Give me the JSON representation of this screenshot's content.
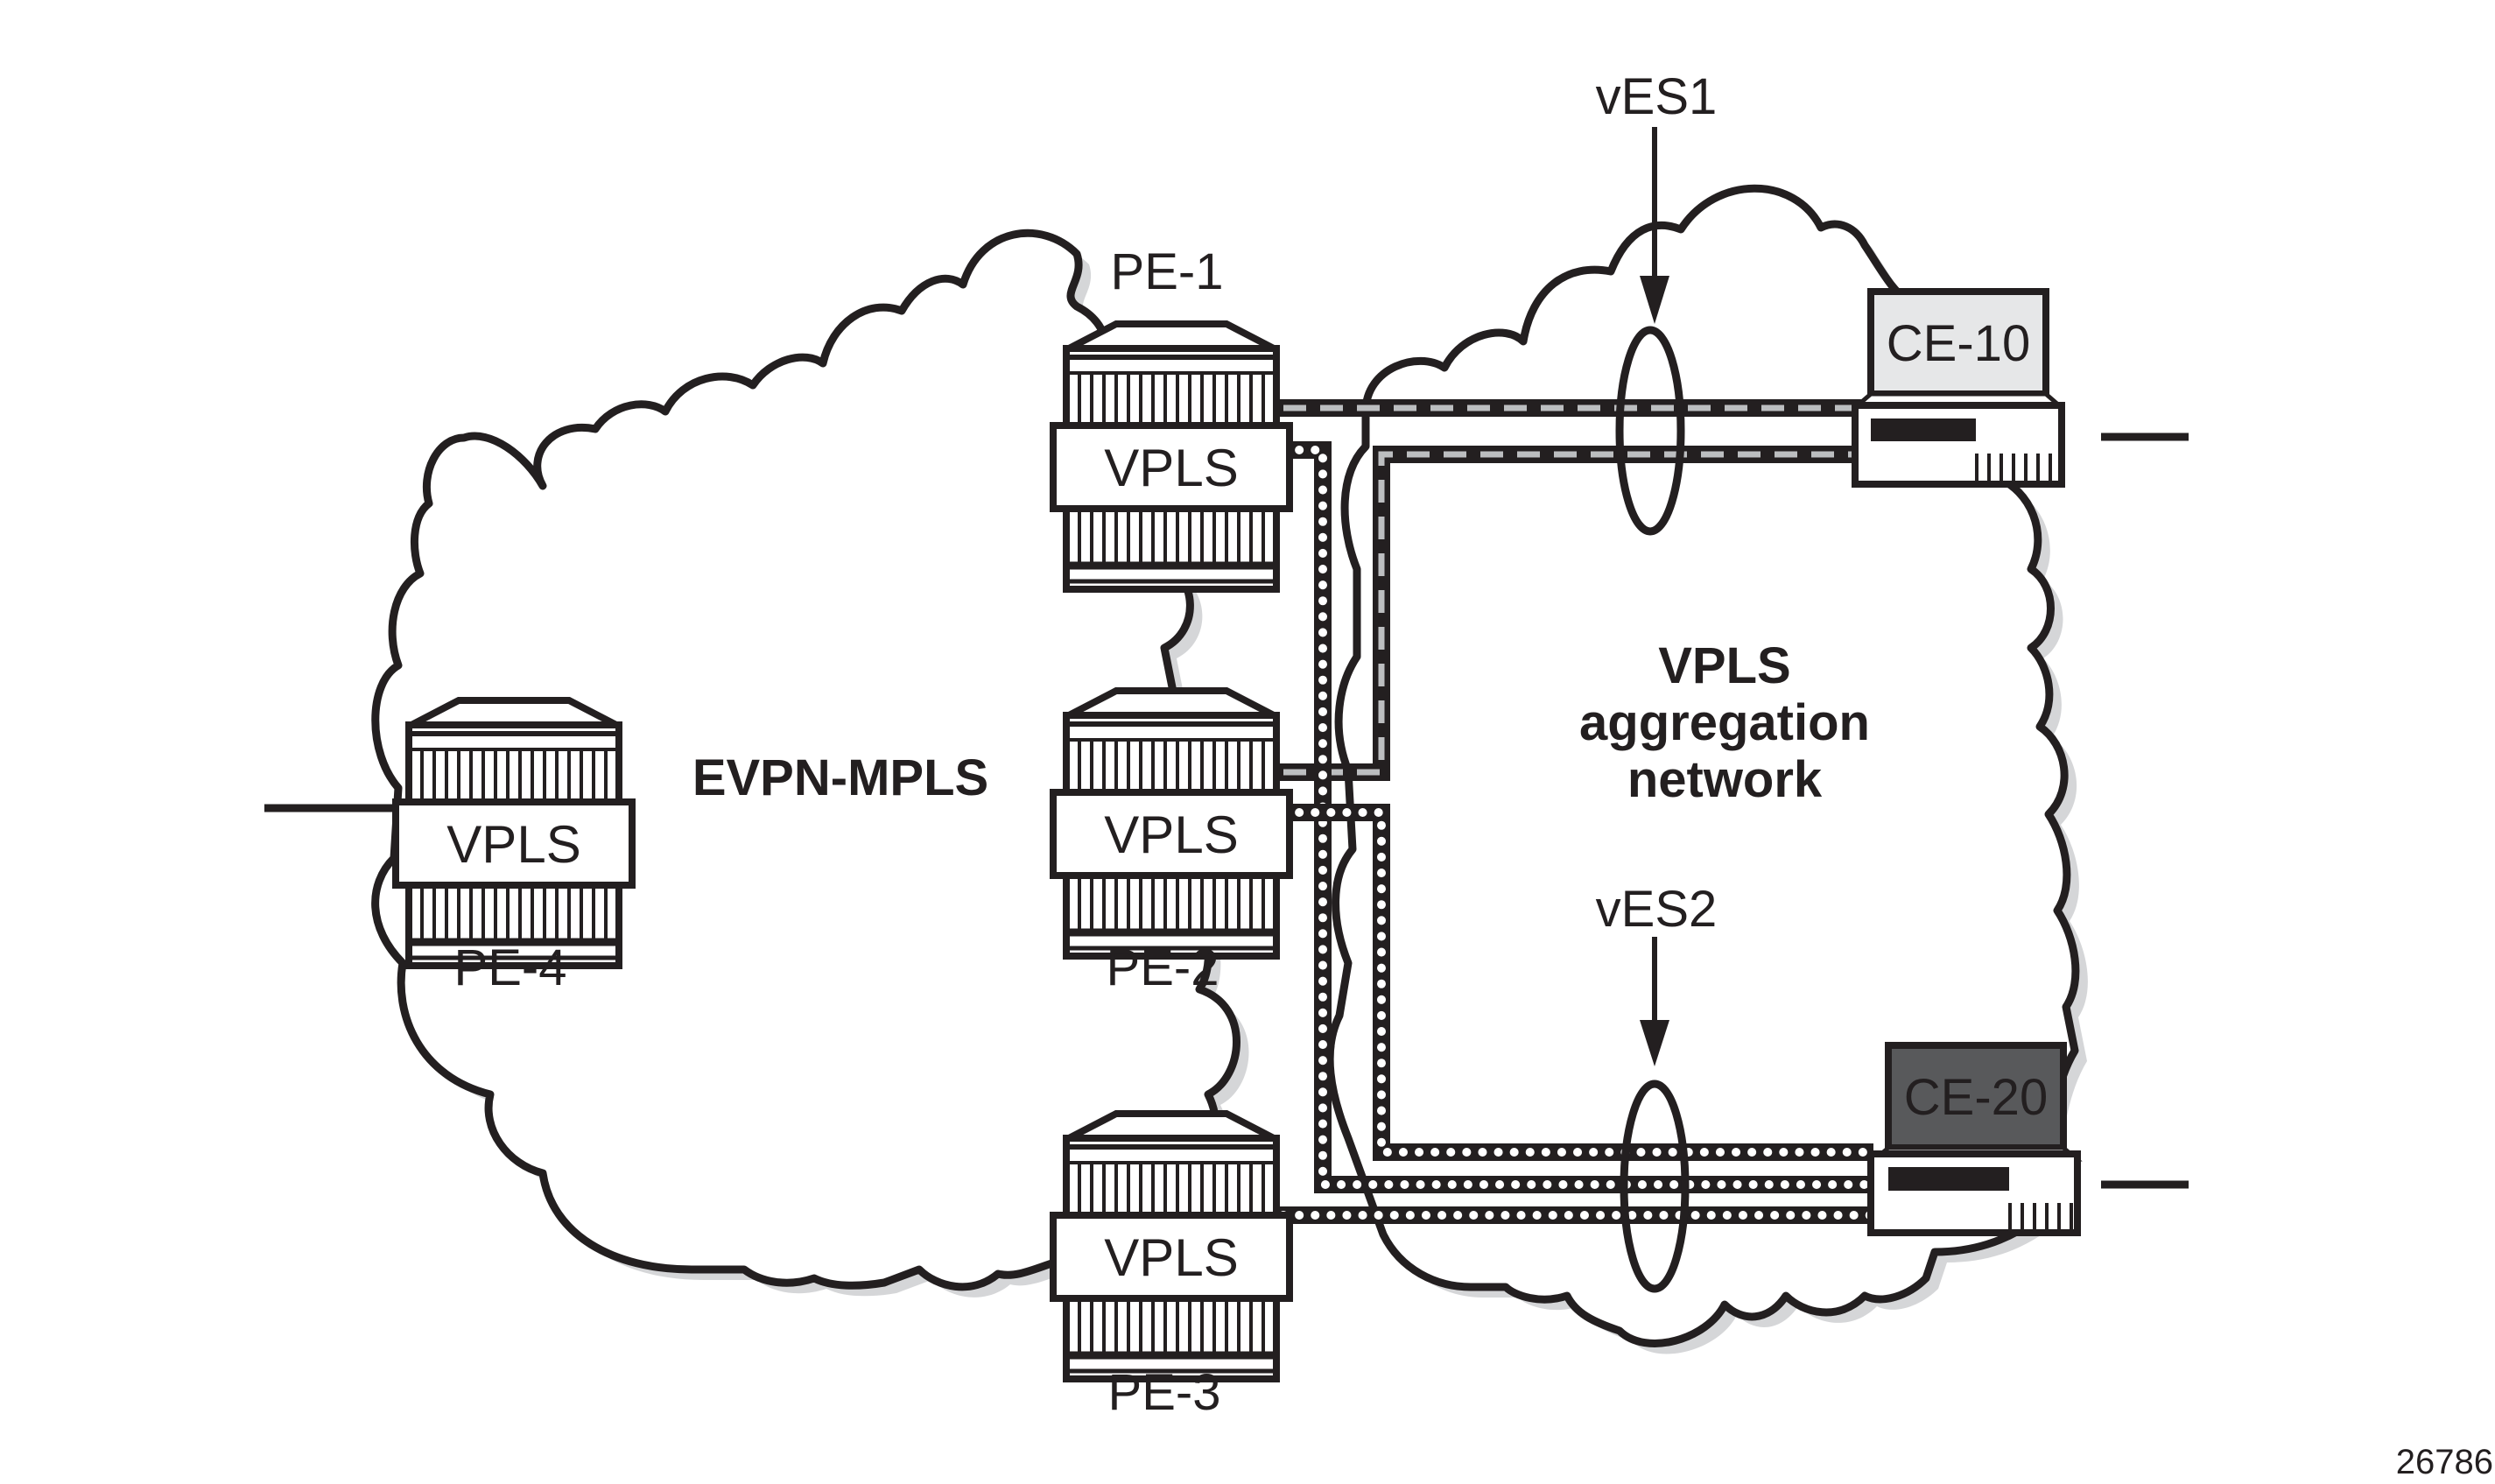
{
  "figure_id": "26786",
  "networks": {
    "evpn": {
      "label": "EVPN-MPLS"
    },
    "aggregation": {
      "label_lines": [
        "VPLS",
        "aggregation",
        "network"
      ]
    }
  },
  "pe_routers": [
    {
      "id": "PE-1",
      "label": "PE-1",
      "service": "VPLS"
    },
    {
      "id": "PE-2",
      "label": "PE-2",
      "service": "VPLS"
    },
    {
      "id": "PE-3",
      "label": "PE-3",
      "service": "VPLS"
    },
    {
      "id": "PE-4",
      "label": "PE-4",
      "service": "VPLS"
    }
  ],
  "ce_devices": [
    {
      "id": "CE-10",
      "label": "CE-10",
      "screen_color": "#e6e7e8",
      "text_color": "#231f20"
    },
    {
      "id": "CE-20",
      "label": "CE-20",
      "screen_color": "#58595b",
      "text_color": "#ffffff"
    }
  ],
  "ethernet_segments": [
    {
      "id": "vES1",
      "label": "vES1",
      "members": [
        "PE-1",
        "PE-2"
      ],
      "ce": "CE-10"
    },
    {
      "id": "vES2",
      "label": "vES2",
      "members": [
        "PE-1",
        "PE-2",
        "PE-3"
      ],
      "ce": "CE-20"
    }
  ],
  "links": [
    {
      "from": "PE-1",
      "to": "CE-10",
      "style": "dashed"
    },
    {
      "from": "PE-2",
      "to": "CE-10",
      "style": "dashed"
    },
    {
      "from": "PE-1",
      "to": "CE-20",
      "style": "dotted"
    },
    {
      "from": "PE-2",
      "to": "CE-20",
      "style": "dotted"
    },
    {
      "from": "PE-3",
      "to": "CE-20",
      "style": "dotted"
    }
  ],
  "colors": {
    "ink": "#231f20",
    "dash_fill": "#bcbec0",
    "shadow": "#d5d6d8"
  }
}
